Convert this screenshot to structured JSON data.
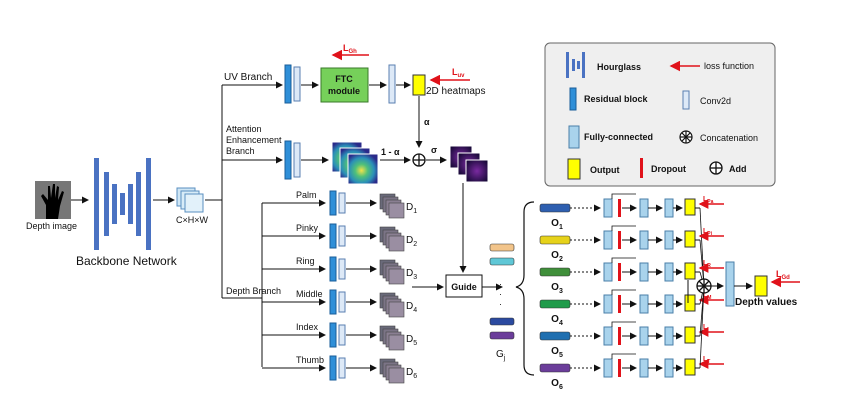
{
  "labels": {
    "depth_image": "Depth image",
    "backbone": "Backbone Network",
    "feature_dim": "C×H×W",
    "uv_branch": "UV Branch",
    "attention_line1": "Attention",
    "attention_line2": "Enhancement",
    "attention_line3": "Branch",
    "depth_branch": "Depth Branch",
    "ftc_line1": "FTC",
    "ftc_line2": "module",
    "heatmaps": "2D heatmaps",
    "alpha": "α",
    "one_minus_alpha": "1 - α",
    "sigma": "σ",
    "guide": "Guide",
    "gj": "G",
    "gj_sub": "j",
    "depth_values": "Depth values",
    "loss_gh": "L",
    "loss_gh_sub": "Gh",
    "loss_uv": "L",
    "loss_uv_sub": "uv",
    "loss_gd": "L",
    "loss_gd_sub": "Gd"
  },
  "fingers": [
    {
      "name": "Palm",
      "d": "D",
      "d_sub": "1"
    },
    {
      "name": "Pinky",
      "d": "D",
      "d_sub": "2"
    },
    {
      "name": "Ring",
      "d": "D",
      "d_sub": "3"
    },
    {
      "name": "Middle",
      "d": "D",
      "d_sub": "4"
    },
    {
      "name": "Index",
      "d": "D",
      "d_sub": "5"
    },
    {
      "name": "Thumb",
      "d": "D",
      "d_sub": "6"
    }
  ],
  "outputs": [
    {
      "o": "O",
      "o_sub": "1",
      "loss": "L",
      "loss_sub": "Pa",
      "color": "#2e5fb0"
    },
    {
      "o": "O",
      "o_sub": "2",
      "loss": "L",
      "loss_sub": "Pi",
      "color": "#e6d21a"
    },
    {
      "o": "O",
      "o_sub": "3",
      "loss": "L",
      "loss_sub": "R",
      "color": "#3f8f3a"
    },
    {
      "o": "O",
      "o_sub": "4",
      "loss": "L",
      "loss_sub": "M",
      "color": "#1f9b4a"
    },
    {
      "o": "O",
      "o_sub": "5",
      "loss": "L",
      "loss_sub": "I",
      "color": "#1f6fb0"
    },
    {
      "o": "O",
      "o_sub": "6",
      "loss": "L",
      "loss_sub": "T",
      "color": "#6b3d9a"
    }
  ],
  "guide_tokens": [
    "#f2c48a",
    "#5fc7d6",
    "#2b4aa0",
    "#6b3d9a"
  ],
  "legend": {
    "hourglass": "Hourglass",
    "loss_function": "loss function",
    "residual_block": "Residual block",
    "conv2d": "Conv2d",
    "fully_connected": "Fully-connected",
    "concatenation": "Concatenation",
    "output": "Output",
    "dropout": "Dropout",
    "add": "Add"
  },
  "colors": {
    "residual": "#2f8fd8",
    "conv": "#dde9f7",
    "fc": "#a9d3ec",
    "output": "#ffff00",
    "dropout": "#e0121a",
    "ftc": "#76d05a",
    "backbone": "#4a72c2",
    "legend_bg": "#efefef"
  }
}
